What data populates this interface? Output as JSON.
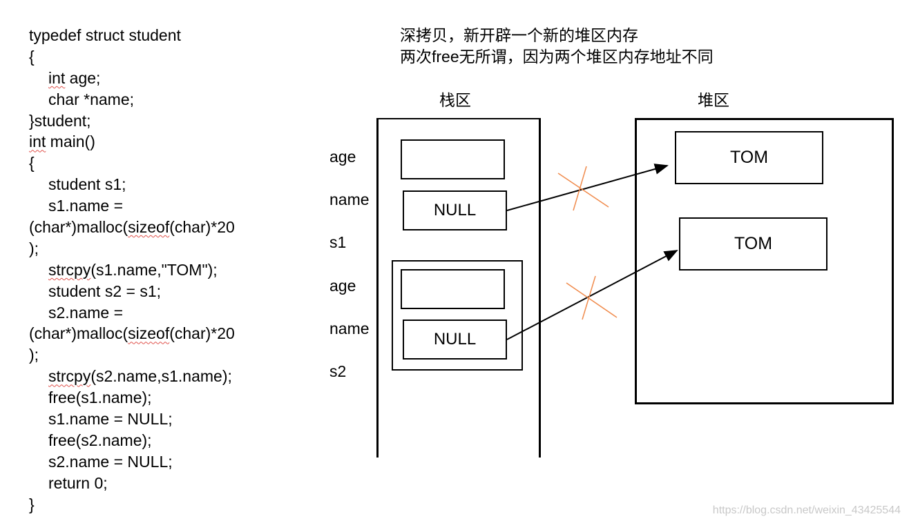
{
  "code": [
    {
      "indent": false,
      "parts": [
        {
          "t": "typedef struct student"
        }
      ]
    },
    {
      "indent": false,
      "parts": [
        {
          "t": "{"
        }
      ]
    },
    {
      "indent": true,
      "parts": [
        {
          "t": "int",
          "sq": true
        },
        {
          "t": " age;"
        }
      ]
    },
    {
      "indent": true,
      "parts": [
        {
          "t": "char *name;"
        }
      ]
    },
    {
      "indent": false,
      "parts": [
        {
          "t": "}student;"
        }
      ]
    },
    {
      "indent": false,
      "parts": [
        {
          "t": "int",
          "sq": true
        },
        {
          "t": " main()"
        }
      ]
    },
    {
      "indent": false,
      "parts": [
        {
          "t": "{"
        }
      ]
    },
    {
      "indent": true,
      "parts": [
        {
          "t": "student s1;"
        }
      ]
    },
    {
      "indent": true,
      "parts": [
        {
          "t": "s1.name ="
        }
      ]
    },
    {
      "indent": false,
      "parts": [
        {
          "t": "(char*)malloc("
        },
        {
          "t": "sizeof",
          "sq": true
        },
        {
          "t": "(char)*20"
        }
      ]
    },
    {
      "indent": false,
      "parts": [
        {
          "t": ");"
        }
      ]
    },
    {
      "indent": true,
      "parts": [
        {
          "t": "strcpy",
          "sq": true
        },
        {
          "t": "(s1.name,\"TOM\");"
        }
      ]
    },
    {
      "indent": true,
      "parts": [
        {
          "t": "student s2 = s1;"
        }
      ]
    },
    {
      "indent": true,
      "parts": [
        {
          "t": "s2.name ="
        }
      ]
    },
    {
      "indent": false,
      "parts": [
        {
          "t": "(char*)malloc("
        },
        {
          "t": "sizeof",
          "sq": true
        },
        {
          "t": "(char)*20"
        }
      ]
    },
    {
      "indent": false,
      "parts": [
        {
          "t": ");"
        }
      ]
    },
    {
      "indent": true,
      "parts": [
        {
          "t": "strcpy",
          "sq": true
        },
        {
          "t": "(s2.name,s1.name);"
        }
      ]
    },
    {
      "indent": true,
      "parts": [
        {
          "t": "free(s1.name);"
        }
      ]
    },
    {
      "indent": true,
      "parts": [
        {
          "t": "s1.name = NULL;"
        }
      ]
    },
    {
      "indent": true,
      "parts": [
        {
          "t": "free(s2.name);"
        }
      ]
    },
    {
      "indent": true,
      "parts": [
        {
          "t": "s2.name = NULL;"
        }
      ]
    },
    {
      "indent": true,
      "parts": [
        {
          "t": "return 0;"
        }
      ]
    },
    {
      "indent": false,
      "parts": [
        {
          "t": "}"
        }
      ]
    }
  ],
  "notes": {
    "line1": "深拷贝，新开辟一个新的堆区内存",
    "line2": "两次free无所谓，因为两个堆区内存地址不同"
  },
  "stack": {
    "title": "栈区",
    "labels": {
      "age1": "age",
      "name1": "name",
      "s1": "s1",
      "age2": "age",
      "name2": "name",
      "s2": "s2"
    },
    "s1_name_value": "NULL",
    "s2_name_value": "NULL"
  },
  "heap": {
    "title": "堆区",
    "block1": "TOM",
    "block2": "TOM"
  },
  "watermark": "https://blog.csdn.net/weixin_43425544",
  "colors": {
    "cross": "#f08a4b",
    "squiggle": "#e0504a"
  }
}
